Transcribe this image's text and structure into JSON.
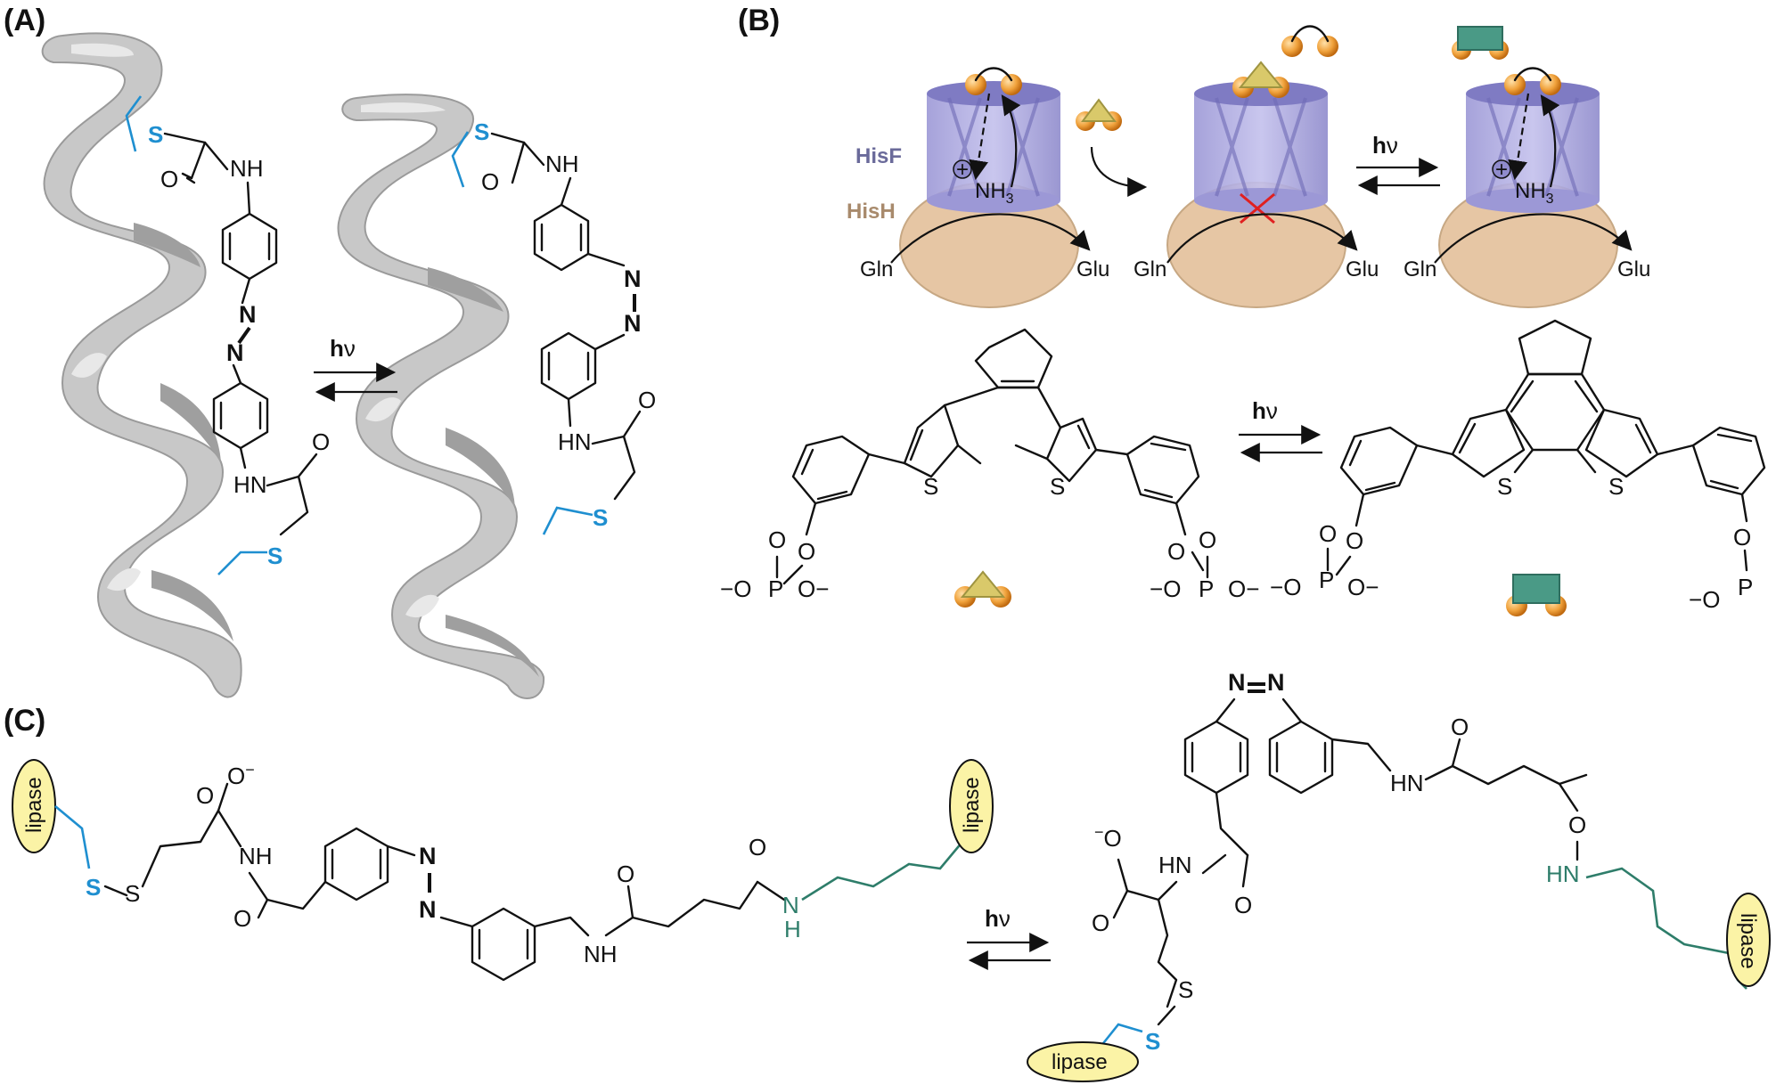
{
  "panels": {
    "a": "(A)",
    "b": "(B)",
    "c": "(C)"
  },
  "light": {
    "h": "h",
    "nu": "ν"
  },
  "atoms": {
    "S": "S",
    "NH": "NH",
    "HN": "HN",
    "N": "N",
    "O": "O",
    "H": "H",
    "P": "P",
    "minus": "−",
    "plus": "+"
  },
  "panel_b": {
    "hisF": "HisF",
    "hisH": "HisH",
    "gln": "Gln",
    "glu": "Glu",
    "nh3": "NH",
    "nh3_sub": "3"
  },
  "panel_c": {
    "lipase": "lipase"
  },
  "colors": {
    "sulfur_linker": "#1f8fd0",
    "amide_linker": "#2e7d6a",
    "hisF_barrel": "#a9a6dc",
    "hisH_domain": "#e6c6a4",
    "lipase_fill": "#fbf3a6",
    "ligand_triangle": "#d9c96a",
    "ligand_rectangle": "#4a9a86",
    "ligand_sphere": "#f0a23c"
  }
}
